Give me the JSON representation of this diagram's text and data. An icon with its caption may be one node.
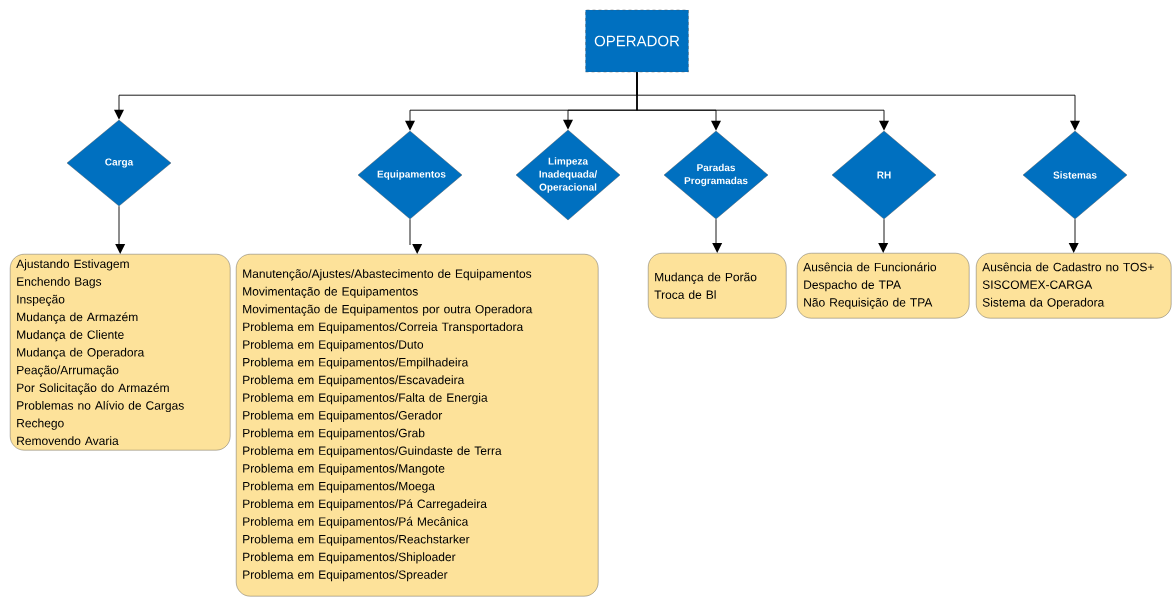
{
  "diagram": {
    "nodes": [
      {
        "text": [
          "OPERADOR"
        ]
      },
      {
        "text": [
          "Carga"
        ]
      },
      {
        "text": [
          "Equipamentos"
        ]
      },
      {
        "text": [
          "Limpeza Inadequada/ Operacional"
        ]
      },
      {
        "text": [
          "Paradas Programadas"
        ]
      },
      {
        "text": [
          "RH"
        ]
      },
      {
        "text": [
          "Sistemas"
        ]
      },
      {
        "text": [
          "Ajustando Estivagem",
          "Enchendo Bags",
          "Inspeção",
          "Mudança de Armazém",
          "Mudança de Cliente",
          "Mudança de Operadora",
          "Peação/Arrumação",
          "Por Solicitação do Armazém",
          "Problemas no Alívio de Cargas",
          "Rechego",
          "Removendo Avaria"
        ]
      },
      {
        "text": [
          "Manutenção/Ajustes/Abastecimento de Equipamentos",
          "Movimentação de Equipamentos",
          "Movimentação de Equipamentos por outra Operadora",
          "Problema em Equipamentos/Correia Transportadora",
          "Problema em Equipamentos/Duto",
          "Problema em Equipamentos/Empilhadeira",
          "Problema em Equipamentos/Escavadeira",
          "Problema em Equipamentos/Falta de Energia",
          "Problema em Equipamentos/Gerador",
          "Problema em Equipamentos/Grab",
          "Problema em Equipamentos/Guindaste de Terra",
          "Problema em Equipamentos/Mangote",
          "Problema em Equipamentos/Moega",
          "Problema em Equipamentos/Pá Carregadeira",
          "Problema em Equipamentos/Pá Mecânica",
          "Problema em Equipamentos/Reachstarker",
          "Problema em Equipamentos/Shiploader",
          "Problema em Equipamentos/Spreader"
        ]
      },
      {
        "text": [
          "Mudança de Porão",
          "Troca de Bl"
        ]
      },
      {
        "text": [
          "Ausência de Funcionário",
          "Despacho de TPA",
          "Não Requisição de TPA"
        ]
      },
      {
        "text": [
          "Ausência de Cadastro no TOS+",
          "SISCOMEX-CARGA",
          "Sistema da Operadora"
        ]
      }
    ],
    "edges": [
      {
        "from": 0,
        "to": 1,
        "arrow": "to"
      },
      {
        "from": 0,
        "to": 2,
        "arrow": "to"
      },
      {
        "from": 0,
        "to": 3,
        "arrow": "to"
      },
      {
        "from": 0,
        "to": 4,
        "arrow": "to"
      },
      {
        "from": 0,
        "to": 5,
        "arrow": "to"
      },
      {
        "from": 0,
        "to": 6,
        "arrow": "to"
      },
      {
        "from": 1,
        "to": 7,
        "arrow": "to"
      },
      {
        "from": 2,
        "to": 8,
        "arrow": "to"
      },
      {
        "from": 4,
        "to": 9,
        "arrow": "to"
      },
      {
        "from": 5,
        "to": 10,
        "arrow": "to"
      },
      {
        "from": 6,
        "to": 11,
        "arrow": "to"
      }
    ]
  }
}
